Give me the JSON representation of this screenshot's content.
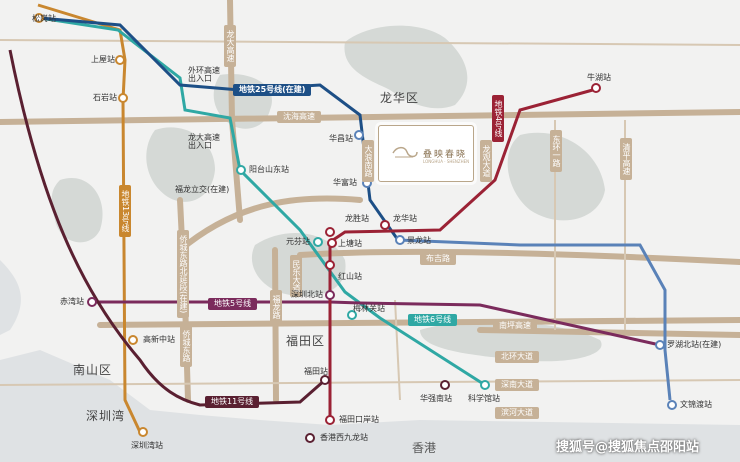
{
  "districts": {
    "longhua": "龙华区",
    "futian": "福田区",
    "nanshan": "南山区",
    "hongkong": "香港",
    "shenzhenwan": "深圳湾"
  },
  "metro_lines": {
    "line25": "地铁25号线(在建)",
    "line5": "地铁5号线",
    "line6": "地铁6号线",
    "line11": "地铁11号线",
    "line13": "地铁13号线",
    "line4": "地铁4号线"
  },
  "roads": {
    "longda": "龙大高速",
    "waihuan_entrance": "外环高速出入口",
    "longda_entrance": "龙大高速出入口",
    "yanhai": "沈海高速",
    "dalang": "大浪南路",
    "longguan": "龙观大道",
    "buzhi": "布吉路",
    "qiaocheng_north": "侨城东路北延段(在建)",
    "qiaocheng": "侨城东路",
    "meilong": "福龙路",
    "minzhi": "民乐大道",
    "qingping": "清平高速",
    "east_longhua": "东环一路",
    "nanping": "南坪高速",
    "beihuan": "北环大道",
    "shennan": "深南大道",
    "binhe": "滨河大道",
    "fulong_junction": "福龙立交(在建)",
    "longhua_junction": "福龙立交"
  },
  "stations": {
    "songgang": "松岗站",
    "shangwu": "上屋站",
    "shiyan": "石岩站",
    "yangtaishan_east": "阳台山东站",
    "huachang": "华昌站",
    "huafu": "华富站",
    "longsheng": "龙胜站",
    "longhua": "龙华站",
    "jinglong": "景龙站",
    "yuanfen": "元芬站",
    "shangtang": "上塘站",
    "hongshan": "红山站",
    "shenzhenbei": "深圳北站",
    "meilinguan": "梅林关站",
    "chiwan": "赤湾站",
    "gaoxinzhong": "高新中站",
    "shenzhenwan": "深圳湾站",
    "futian": "福田站",
    "futiankouan": "福田口岸站",
    "hkwestkowloon": "香港西九龙站",
    "huaqiangnan": "华强南站",
    "kexueguan": "科学馆站",
    "niuhu": "牛湖站",
    "luohubei": "罗湖北站(在建)",
    "wenjindu": "文锦渡站"
  },
  "project": {
    "name": "叠映春晓",
    "sub": "LONGHUA · SHENZHEN"
  },
  "watermark": "搜狐号@搜狐焦点邵阳站",
  "colors": {
    "line25": "#1d4f86",
    "line5": "#7b2b5c",
    "line6": "#2fa8a4",
    "line11": "#5a2031",
    "line13": "#c9872f",
    "line4": "#9b2235",
    "road": "#c6b197",
    "blue": "#5a82b8",
    "green": "#d5d9d6",
    "water": "#dfe2e4"
  }
}
